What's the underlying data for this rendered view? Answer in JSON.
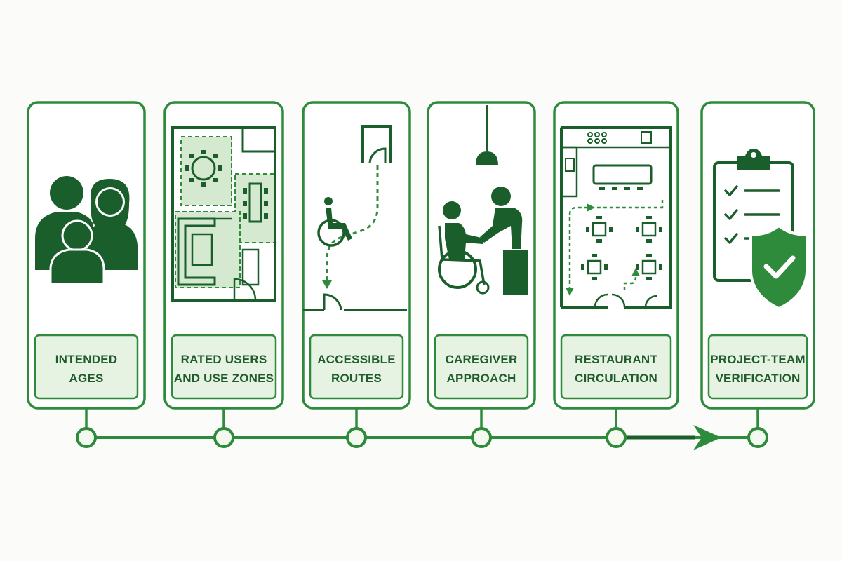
{
  "colors": {
    "dark_green": "#1a5e2c",
    "mid_green": "#2e8b3c",
    "light_fill": "#e6f2e2",
    "zone_fill": "#d4e9cf",
    "node_fill": "#f4f9ef",
    "bg": "#fbfcfa"
  },
  "steps": [
    {
      "line1": "INTENDED",
      "line2": "AGES",
      "icon": "family-icon"
    },
    {
      "line1": "RATED USERS",
      "line2": "AND USE ZONES",
      "icon": "floor-plan-icon"
    },
    {
      "line1": "ACCESSIBLE",
      "line2": "ROUTES",
      "icon": "wheelchair-route-icon"
    },
    {
      "line1": "CAREGIVER",
      "line2": "APPROACH",
      "icon": "caregiver-icon"
    },
    {
      "line1": "RESTAURANT",
      "line2": "CIRCULATION",
      "icon": "restaurant-plan-icon"
    },
    {
      "line1": "PROJECT-TEAM",
      "line2": "VERIFICATION",
      "icon": "checklist-shield-icon"
    }
  ]
}
